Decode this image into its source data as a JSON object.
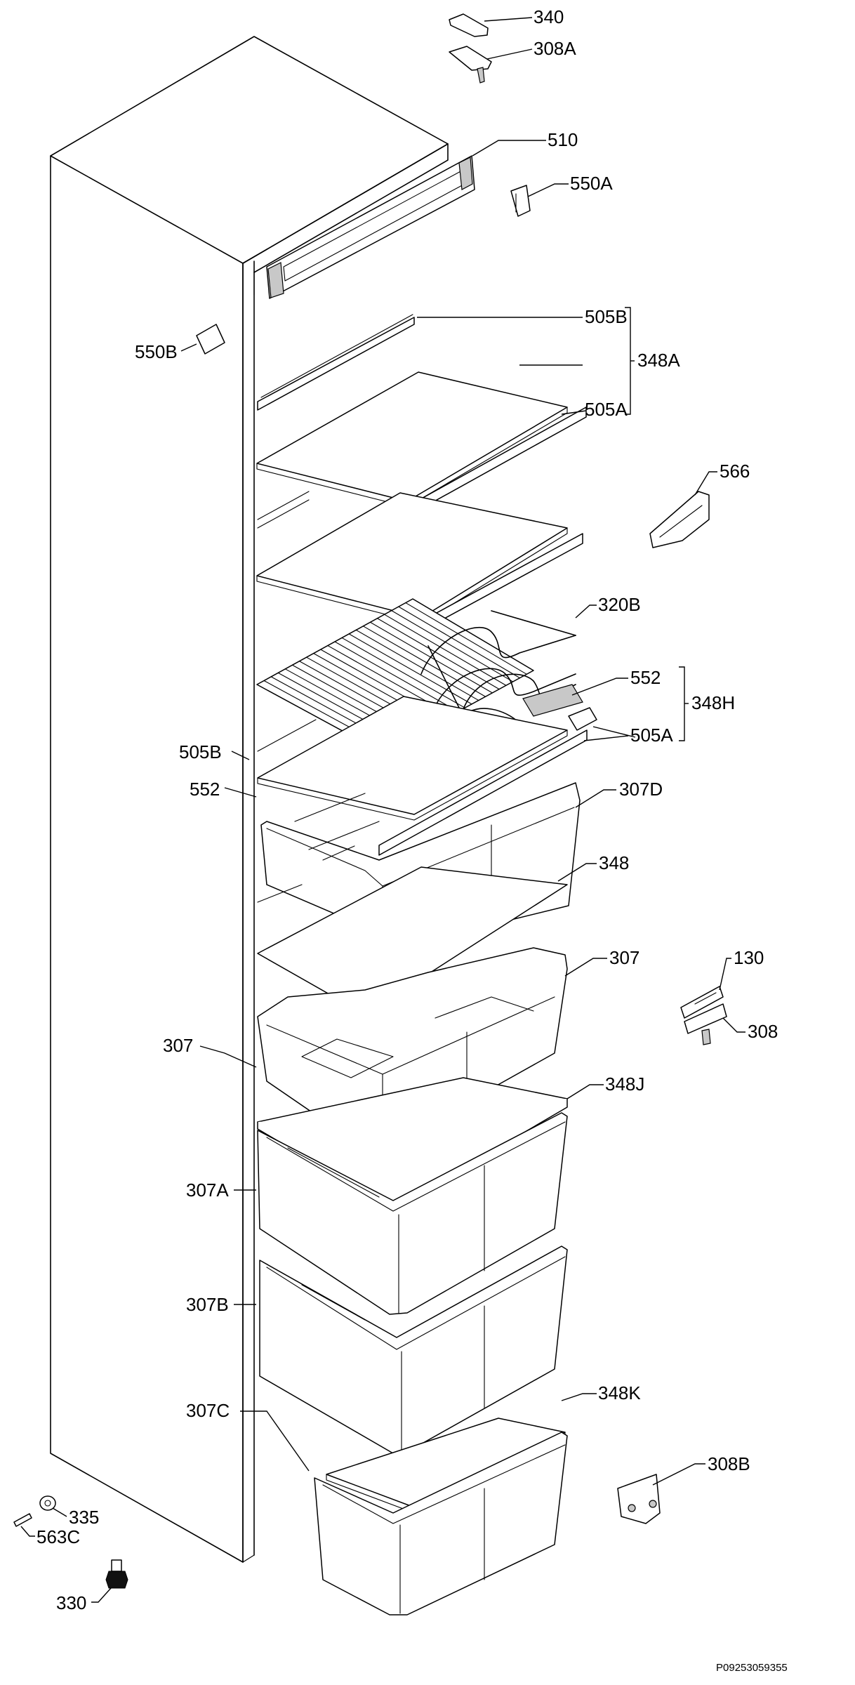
{
  "diagram": {
    "title": "",
    "labels": {
      "l340": "340",
      "l308a": "308A",
      "l510": "510",
      "l550a": "550A",
      "l550b": "550B",
      "l505b_top": "505B",
      "l348a": "348A",
      "l505a_top": "505A",
      "l566": "566",
      "l320b": "320B",
      "l552_right": "552",
      "l348h": "348H",
      "l505b_mid": "505B",
      "l505a_mid": "505A",
      "l552_left": "552",
      "l307d": "307D",
      "l348": "348",
      "l307_right": "307",
      "l130": "130",
      "l308": "308",
      "l307_left": "307",
      "l348j": "348J",
      "l307a": "307A",
      "l307b": "307B",
      "l348k": "348K",
      "l307c": "307C",
      "l308b": "308B",
      "l335": "335",
      "l563c": "563C",
      "l330": "330"
    },
    "document_code": "P09253059355"
  },
  "colors": {
    "ink": "#000000",
    "background": "#ffffff",
    "fill_gray": "#c8c8c8"
  }
}
